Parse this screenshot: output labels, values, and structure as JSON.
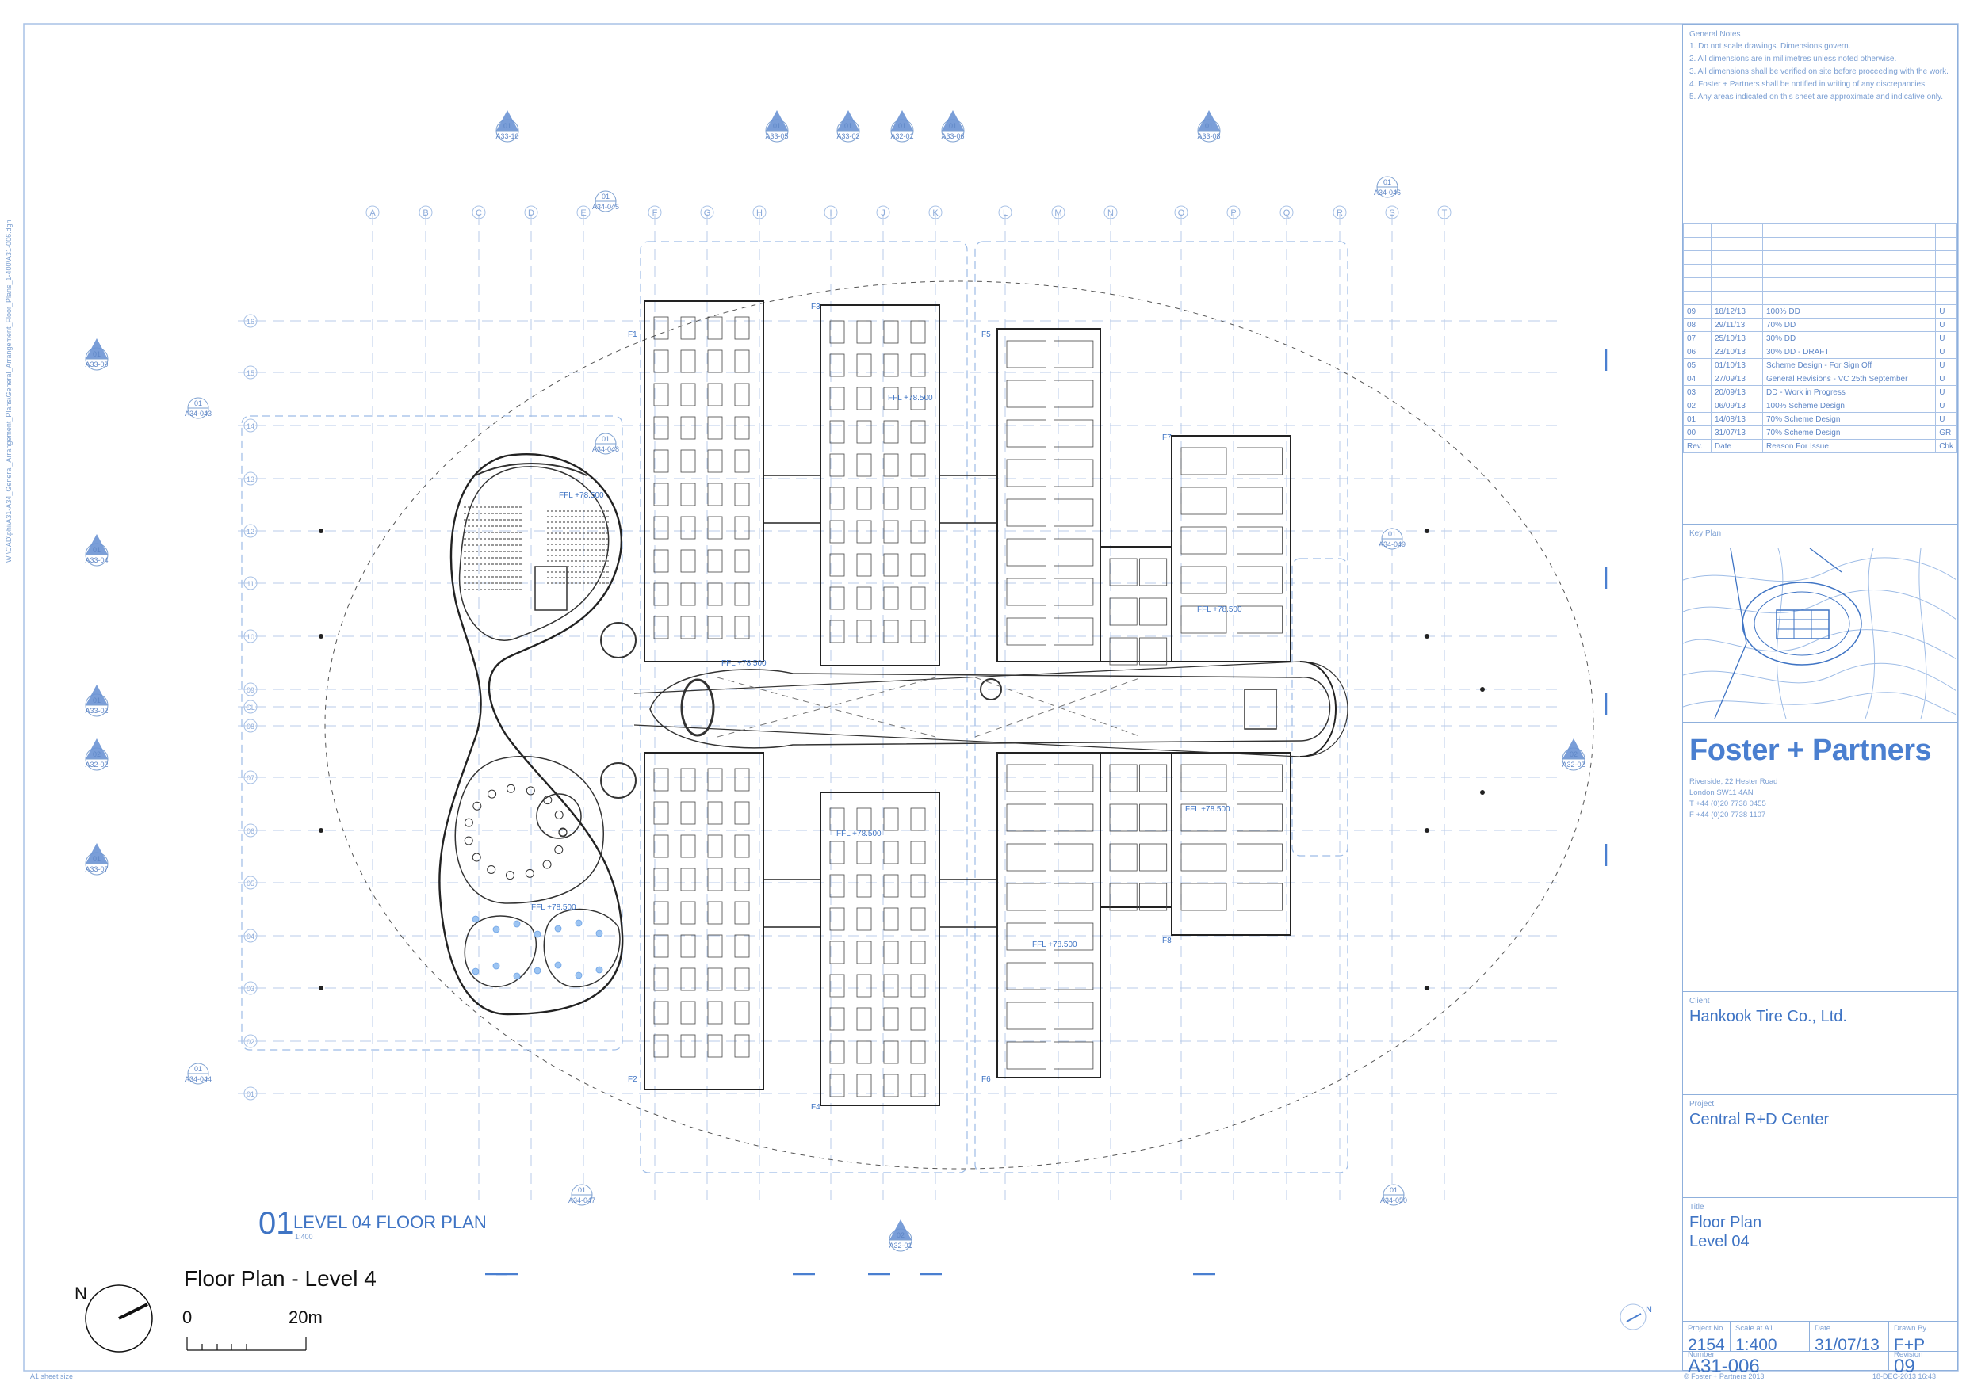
{
  "sheet": {
    "file_path_side": "W:\\CAD\\phi\\A31-A34_General_Arrangement_Plans\\General_Arrangement_Floor_Plans_1-400\\A31-006.dgn",
    "sheet_size": "A1 sheet size",
    "copyright": "© Foster + Partners 2013",
    "print_date": "18-DEC-2013 16:43"
  },
  "notes": {
    "title": "General Notes",
    "items": [
      "1. Do not scale drawings. Dimensions govern.",
      "2. All dimensions are in millimetres unless noted otherwise.",
      "3. All dimensions shall be verified on site before proceeding with the work.",
      "4. Foster + Partners shall be notified in writing of any discrepancies.",
      "5. Any areas indicated on this sheet are approximate and indicative only."
    ]
  },
  "revisions": {
    "rows": [
      {
        "rev": "09",
        "date": "18/12/13",
        "reason": "100% DD",
        "chk": "U"
      },
      {
        "rev": "08",
        "date": "29/11/13",
        "reason": "70% DD",
        "chk": "U"
      },
      {
        "rev": "07",
        "date": "25/10/13",
        "reason": "30% DD",
        "chk": "U"
      },
      {
        "rev": "06",
        "date": "23/10/13",
        "reason": "30% DD - DRAFT",
        "chk": "U"
      },
      {
        "rev": "05",
        "date": "01/10/13",
        "reason": "Scheme Design - For Sign Off",
        "chk": "U"
      },
      {
        "rev": "04",
        "date": "27/09/13",
        "reason": "General Revisions - VC 25th September",
        "chk": "U"
      },
      {
        "rev": "03",
        "date": "20/09/13",
        "reason": "DD - Work in Progress",
        "chk": "U"
      },
      {
        "rev": "02",
        "date": "06/09/13",
        "reason": "100% Scheme Design",
        "chk": "U"
      },
      {
        "rev": "01",
        "date": "14/08/13",
        "reason": "70% Scheme Design",
        "chk": "U"
      },
      {
        "rev": "00",
        "date": "31/07/13",
        "reason": "70% Scheme Design",
        "chk": "GR"
      }
    ],
    "header": {
      "rev": "Rev.",
      "date": "Date",
      "reason": "Reason For Issue",
      "chk": "Chk"
    }
  },
  "key_plan": {
    "label": "Key Plan"
  },
  "firm": {
    "name": "Foster + Partners",
    "address": [
      "Riverside, 22 Hester Road",
      "London SW11 4AN",
      "T +44 (0)20 7738 0455",
      "F +44 (0)20 7738 1107"
    ]
  },
  "client": {
    "label": "Client",
    "value": "Hankook Tire Co., Ltd."
  },
  "project": {
    "label": "Project",
    "value": "Central R+D Center"
  },
  "title": {
    "label": "Title",
    "line1": "Floor Plan",
    "line2": "Level 04"
  },
  "info": {
    "project_no": {
      "label": "Project No.",
      "value": "2154"
    },
    "scale": {
      "label": "Scale at A1",
      "value": "1:400"
    },
    "date": {
      "label": "Date",
      "value": "31/07/13"
    },
    "drawn_by": {
      "label": "Drawn By",
      "value": "F+P"
    },
    "number": {
      "label": "Number",
      "value": "A31-006"
    },
    "revision": {
      "label": "Revision",
      "value": "09"
    }
  },
  "drawing": {
    "number": "01",
    "name": "LEVEL 04 FLOOR PLAN",
    "scale": "1:400"
  },
  "legend": {
    "title": "Floor Plan - Level 4",
    "north": "N",
    "scale_start": "0",
    "scale_end": "20m"
  },
  "grid": {
    "columns": [
      "A",
      "B",
      "C",
      "D",
      "E",
      "F",
      "G",
      "H",
      "I",
      "J",
      "K",
      "L",
      "M",
      "N",
      "O",
      "P",
      "Q",
      "R",
      "S",
      "T"
    ],
    "rows": [
      "16",
      "15",
      "14",
      "13",
      "12",
      "11",
      "10",
      "09",
      "CL",
      "08",
      "07",
      "06",
      "05",
      "04",
      "03",
      "02",
      "01"
    ]
  },
  "section_markers": [
    {
      "num": "01",
      "ref": "A33-10"
    },
    {
      "num": "01",
      "ref": "A33-05"
    },
    {
      "num": "01",
      "ref": "A33-03"
    },
    {
      "num": "01",
      "ref": "A32-01"
    },
    {
      "num": "01",
      "ref": "A33-06"
    },
    {
      "num": "01",
      "ref": "A33-08"
    },
    {
      "num": "01",
      "ref": "A33-09"
    },
    {
      "num": "01",
      "ref": "A33-04"
    },
    {
      "num": "01",
      "ref": "A33-02"
    },
    {
      "num": "02",
      "ref": "A32-02"
    },
    {
      "num": "01",
      "ref": "A33-07"
    },
    {
      "num": "02",
      "ref": "A32-02"
    },
    {
      "num": "02",
      "ref": "A32-01"
    }
  ],
  "detail_markers": [
    {
      "num": "01",
      "ref": "A34-045"
    },
    {
      "num": "01",
      "ref": "A34-048"
    },
    {
      "num": "01",
      "ref": "A34-043"
    },
    {
      "num": "01",
      "ref": "A34-046"
    },
    {
      "num": "01",
      "ref": "A34-049"
    },
    {
      "num": "01",
      "ref": "A34-044"
    },
    {
      "num": "01",
      "ref": "A34-047"
    },
    {
      "num": "01",
      "ref": "A34-050"
    }
  ],
  "zones": [
    "F1",
    "F2",
    "F3",
    "F4",
    "F5",
    "F6",
    "F7",
    "F8"
  ],
  "levels": [
    "FFL +78.500",
    "FFL +78.500",
    "FFL +78.500",
    "FFL +78.500",
    "FFL +78.500",
    "FFL +78.500",
    "FFL +78.500",
    "FFL +78.500"
  ]
}
